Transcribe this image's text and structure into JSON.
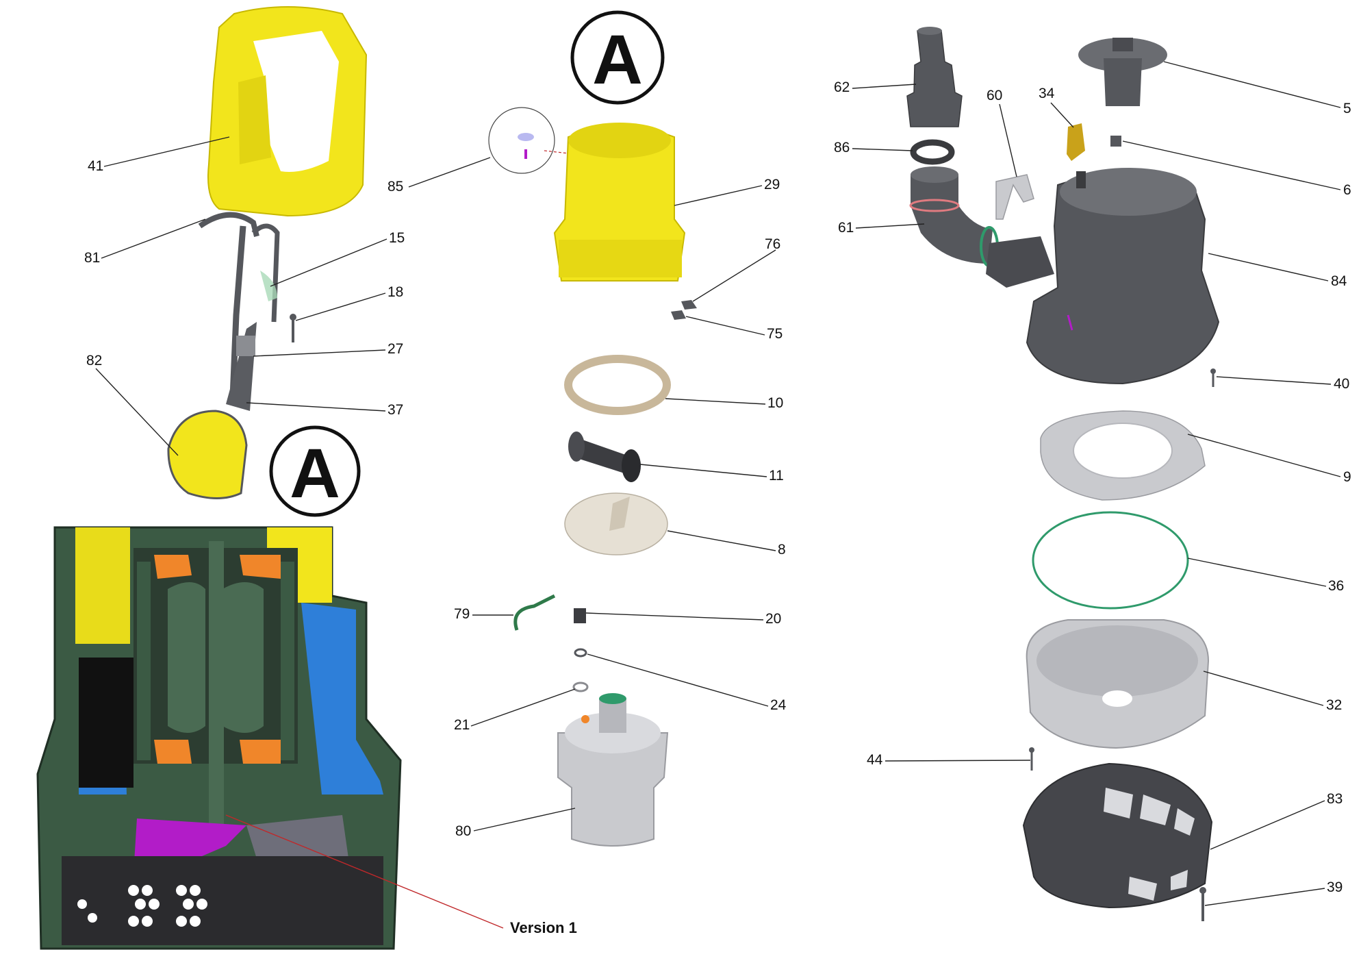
{
  "detail_mark": "A",
  "version_label": "Version 1",
  "callouts": [
    {
      "id": "41",
      "part": "handle"
    },
    {
      "id": "81",
      "part": "power-cable"
    },
    {
      "id": "15",
      "part": "cable-clip"
    },
    {
      "id": "18",
      "part": "screw"
    },
    {
      "id": "27",
      "part": "float-switch-holder"
    },
    {
      "id": "82",
      "part": "float"
    },
    {
      "id": "37",
      "part": "float-arm"
    },
    {
      "id": "85",
      "part": "pressure-compensation-valve"
    },
    {
      "id": "29",
      "part": "motor-cover"
    },
    {
      "id": "76",
      "part": "screw"
    },
    {
      "id": "75",
      "part": "screw"
    },
    {
      "id": "10",
      "part": "band"
    },
    {
      "id": "11",
      "part": "capacitor"
    },
    {
      "id": "8",
      "part": "cover-plate"
    },
    {
      "id": "79",
      "part": "cable-tie"
    },
    {
      "id": "20",
      "part": "screw"
    },
    {
      "id": "24",
      "part": "washer"
    },
    {
      "id": "21",
      "part": "lock-washer"
    },
    {
      "id": "80",
      "part": "motor"
    },
    {
      "id": "62",
      "part": "hose-adapter"
    },
    {
      "id": "86",
      "part": "seal-ring"
    },
    {
      "id": "61",
      "part": "elbow-connector"
    },
    {
      "id": "60",
      "part": "retaining-clip"
    },
    {
      "id": "34",
      "part": "switch-cam"
    },
    {
      "id": "5",
      "part": "cap"
    },
    {
      "id": "6",
      "part": "nut"
    },
    {
      "id": "84",
      "part": "pump-housing"
    },
    {
      "id": "40",
      "part": "screw"
    },
    {
      "id": "9",
      "part": "impeller-cover"
    },
    {
      "id": "36",
      "part": "o-ring"
    },
    {
      "id": "32",
      "part": "impeller-housing"
    },
    {
      "id": "44",
      "part": "screw"
    },
    {
      "id": "83",
      "part": "base-strainer"
    },
    {
      "id": "39",
      "part": "screw"
    }
  ],
  "colors": {
    "yellow": "#f2e51c",
    "dark_grey": "#55575c",
    "light_grey": "#c9cace",
    "section_green": "#3b5a44",
    "section_blue": "#2e7fd9",
    "section_orange": "#f0862a",
    "section_magenta": "#b21cc8",
    "seal_green": "#2f9a6b",
    "leader_red": "#c0282a"
  }
}
